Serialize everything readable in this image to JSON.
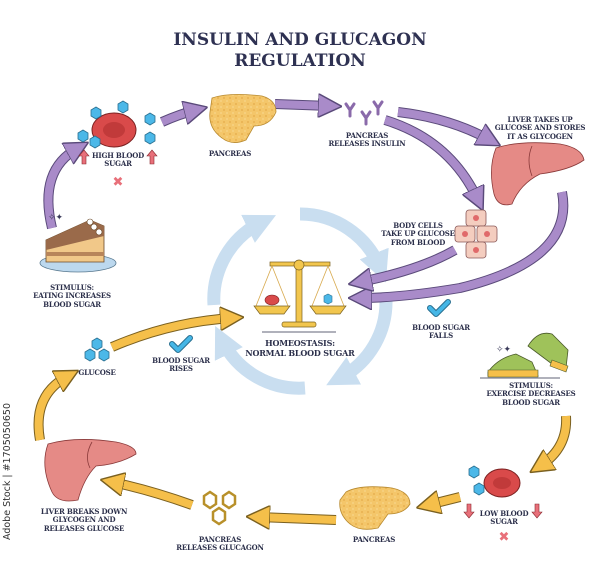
{
  "title": {
    "line1": "INSULIN AND GLUCAGON",
    "line2": "REGULATION"
  },
  "colors": {
    "insulin_arrows": "#a98bc9",
    "glucagon_arrows": "#f5bf4a",
    "homeostasis_cycle": "#c9def0",
    "glucose_hexagon": "#4cb8e8",
    "blood_cell": "#d94a4a",
    "pancreas": "#f4c66a",
    "liver": "#e58a86",
    "text": "#2b2f4a",
    "checkmark": "#45b6e6",
    "cross": "#e8707a"
  },
  "nodes": {
    "high_blood_sugar": {
      "line1": "HIGH BLOOD",
      "line2": "SUGAR",
      "icon": "red-blood-cell-icon",
      "indicator": "up-arrows"
    },
    "pancreas_top": {
      "label": "PANCREAS"
    },
    "pancreas_releases_insulin": {
      "line1": "PANCREAS",
      "line2": "RELEASES INSULIN",
      "icon": "insulin-molecule-icon"
    },
    "liver_stores": {
      "line1": "LIVER TAKES UP",
      "line2": "GLUCOSE AND STORES",
      "line3": "IT AS GLYCOGEN",
      "icon": "liver-icon"
    },
    "body_cells": {
      "line1": "BODY CELLS",
      "line2": "TAKE UP GLUCOSE",
      "line3": "FROM BLOOD",
      "icon": "body-cells-icon"
    },
    "blood_sugar_falls": {
      "line1": "BLOOD SUGAR",
      "line2": "FALLS",
      "icon": "checkmark-icon"
    },
    "stimulus_eating": {
      "line1": "STIMULUS:",
      "line2": "EATING INCREASES",
      "line3": "BLOOD SUGAR",
      "icon": "cake-icon"
    },
    "homeostasis": {
      "line1": "HOMEOSTASIS:",
      "line2": "NORMAL BLOOD SUGAR",
      "icon": "balance-scale-icon"
    },
    "glucose": {
      "label": "GLUCOSE",
      "icon": "glucose-hexagons-icon"
    },
    "blood_sugar_rises": {
      "line1": "BLOOD SUGAR",
      "line2": "RISES",
      "icon": "checkmark-icon"
    },
    "stimulus_exercise": {
      "line1": "STIMULUS:",
      "line2": "EXERCISE DECREASES",
      "line3": "BLOOD SUGAR",
      "icon": "sneakers-icon"
    },
    "low_blood_sugar": {
      "line1": "LOW BLOOD",
      "line2": "SUGAR",
      "icon": "red-blood-cell-icon",
      "indicator": "down-arrows"
    },
    "pancreas_bottom": {
      "label": "PANCREAS"
    },
    "pancreas_releases_glucagon": {
      "line1": "PANCREAS",
      "line2": "RELEASES GLUCAGON",
      "icon": "glucagon-molecule-icon"
    },
    "liver_breaks_down": {
      "line1": "LIVER BREAKS DOWN",
      "line2": "GLYCOGEN AND",
      "line3": "RELEASES GLUCOSE",
      "icon": "liver-icon"
    }
  },
  "flows": [
    {
      "from": "stimulus_eating",
      "to": "high_blood_sugar",
      "pathway": "insulin"
    },
    {
      "from": "high_blood_sugar",
      "to": "pancreas_top",
      "pathway": "insulin"
    },
    {
      "from": "pancreas_top",
      "to": "pancreas_releases_insulin",
      "pathway": "insulin"
    },
    {
      "from": "pancreas_releases_insulin",
      "to": "liver_stores",
      "pathway": "insulin"
    },
    {
      "from": "pancreas_releases_insulin",
      "to": "body_cells",
      "pathway": "insulin"
    },
    {
      "from": "liver_stores",
      "to": "homeostasis",
      "pathway": "insulin"
    },
    {
      "from": "body_cells",
      "to": "homeostasis",
      "pathway": "insulin"
    },
    {
      "from": "stimulus_exercise",
      "to": "low_blood_sugar",
      "pathway": "glucagon"
    },
    {
      "from": "low_blood_sugar",
      "to": "pancreas_bottom",
      "pathway": "glucagon"
    },
    {
      "from": "pancreas_bottom",
      "to": "pancreas_releases_glucagon",
      "pathway": "glucagon"
    },
    {
      "from": "pancreas_releases_glucagon",
      "to": "liver_breaks_down",
      "pathway": "glucagon"
    },
    {
      "from": "liver_breaks_down",
      "to": "glucose",
      "pathway": "glucagon"
    },
    {
      "from": "glucose",
      "to": "homeostasis",
      "pathway": "glucagon"
    }
  ],
  "watermark": "Adobe Stock | #1705050650"
}
